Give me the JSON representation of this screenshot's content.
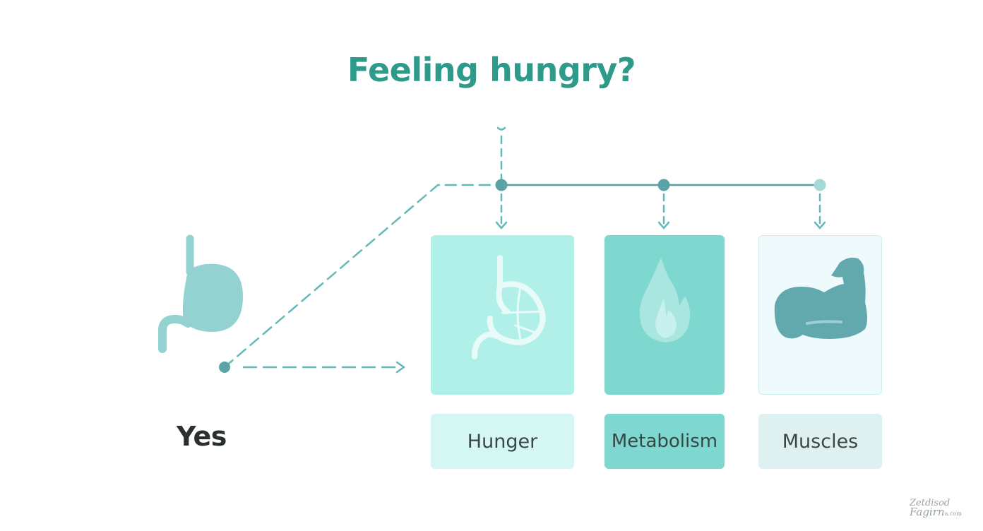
{
  "title": "Feeling hungry?",
  "start": {
    "label": "Yes",
    "icon": "stomach-icon"
  },
  "cards": [
    {
      "label": "Hunger",
      "icon": "stomach-outline-icon",
      "color": "#b1f0e9",
      "label_color": "#d4f7f3"
    },
    {
      "label": "Metabolism",
      "icon": "flame-icon",
      "color": "#7ed8cf",
      "label_color": "#7ed8cf"
    },
    {
      "label": "Muscles",
      "icon": "flexed-arm-icon",
      "color": "#eefafb",
      "label_color": "#dff0f1"
    }
  ],
  "colors": {
    "accent": "#2e9a8a",
    "connector": "#62b9b7",
    "node": "#5aa4a8",
    "icon_teal": "#68aab0"
  },
  "watermark": {
    "line1": "Zetdisod",
    "line2": "Fagirn",
    "suffix": "a.com"
  }
}
